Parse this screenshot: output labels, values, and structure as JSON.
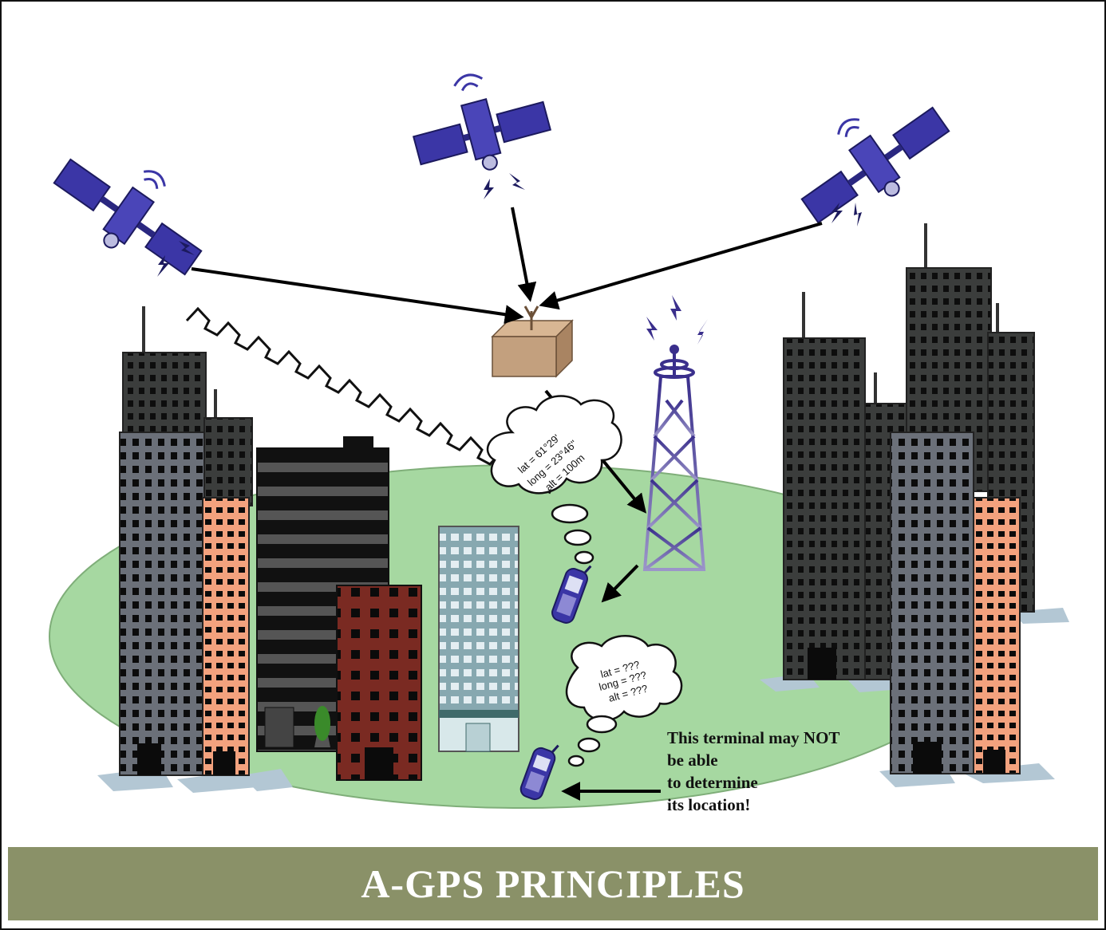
{
  "diagram": {
    "title": "A-GPS PRINCIPLES",
    "bubble_good": {
      "line1": "lat = 61°29'",
      "line2": "long = 23°46\"",
      "line3": "alt = 100m"
    },
    "bubble_bad": {
      "line1": "lat = ???",
      "line2": "long = ???",
      "line3": "alt = ???"
    },
    "note": {
      "line1": "This terminal may NOT",
      "line2": "be able",
      "line3": "to determine",
      "line4": "its location!"
    },
    "colors": {
      "ground": "#a6d8a1",
      "banner": "#8a9168",
      "satellite": "#3b36a6",
      "tower": "#4b3d9e",
      "box": "#c3a07e"
    }
  }
}
